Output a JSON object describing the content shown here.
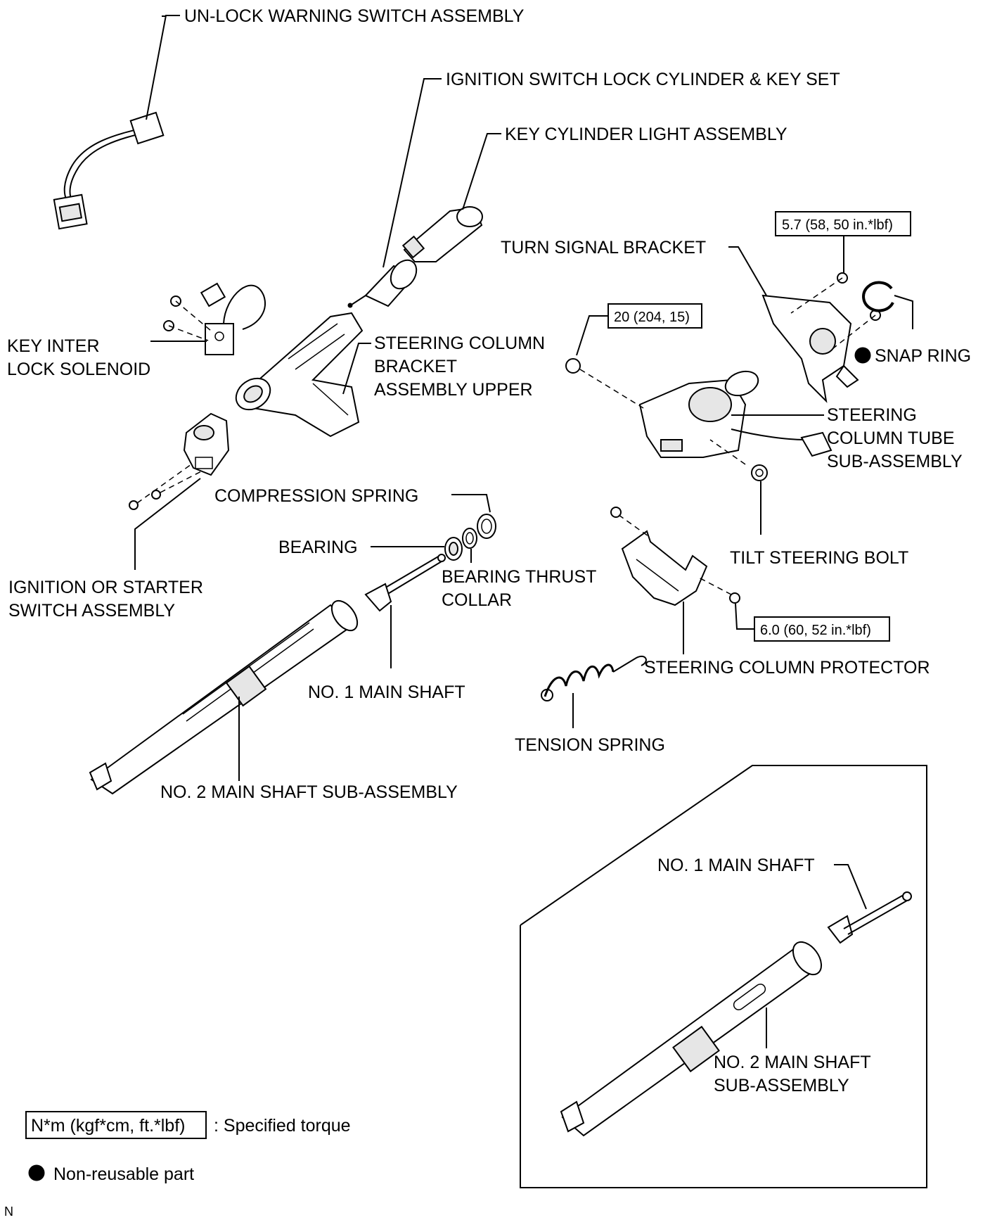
{
  "labels": {
    "unlock_warning_switch": "UN-LOCK WARNING SWITCH ASSEMBLY",
    "ignition_lock_cylinder": "IGNITION SWITCH LOCK CYLINDER & KEY SET",
    "key_cylinder_light": "KEY CYLINDER LIGHT ASSEMBLY",
    "turn_signal_bracket": "TURN SIGNAL BRACKET",
    "key_interlock_solenoid_1": "KEY INTER",
    "key_interlock_solenoid_2": "LOCK SOLENOID",
    "column_bracket_upper_1": "STEERING COLUMN",
    "column_bracket_upper_2": "BRACKET",
    "column_bracket_upper_3": "ASSEMBLY UPPER",
    "snap_ring": "SNAP RING",
    "column_tube_1": "STEERING",
    "column_tube_2": "COLUMN TUBE",
    "column_tube_3": "SUB-ASSEMBLY",
    "compression_spring": "COMPRESSION SPRING",
    "bearing": "BEARING",
    "bearing_thrust_collar_1": "BEARING THRUST",
    "bearing_thrust_collar_2": "COLLAR",
    "tilt_steering_bolt": "TILT STEERING BOLT",
    "ignition_starter_switch_1": "IGNITION OR STARTER",
    "ignition_starter_switch_2": "SWITCH ASSEMBLY",
    "no1_main_shaft": "NO. 1 MAIN SHAFT",
    "column_protector": "STEERING COLUMN PROTECTOR",
    "tension_spring": "TENSION SPRING",
    "no2_main_shaft": "NO. 2 MAIN SHAFT SUB-ASSEMBLY",
    "inset_no1_main_shaft": "NO. 1 MAIN SHAFT",
    "inset_no2_main_shaft_1": "NO. 2 MAIN SHAFT",
    "inset_no2_main_shaft_2": "SUB-ASSEMBLY"
  },
  "torques": {
    "turn_signal_bracket_bolt": "5.7 (58, 50 in.*lbf)",
    "column_tube_bolt": "20 (204, 15)",
    "protector_bolt": "6.0 (60, 52 in.*lbf)"
  },
  "legend": {
    "torque_box": "N*m (kgf*cm, ft.*lbf)",
    "torque_text": ": Specified torque",
    "nonreusable_text": "Non-reusable part"
  },
  "corner_code": "N"
}
